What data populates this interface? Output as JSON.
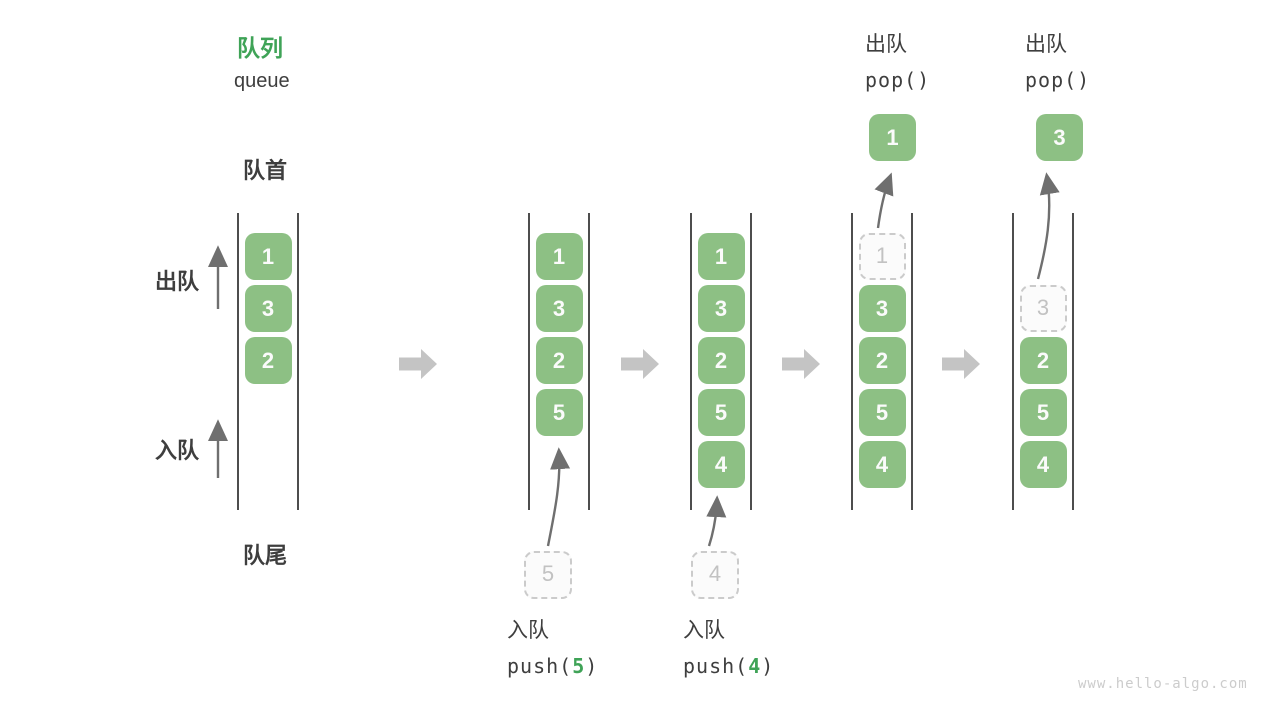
{
  "title": {
    "zh": "队列",
    "en": "queue"
  },
  "labels": {
    "front": "队首",
    "rear": "队尾",
    "dequeue": "出队",
    "enqueue": "入队"
  },
  "stages": [
    {
      "cells": [
        "1",
        "3",
        "2"
      ]
    },
    {
      "cells": [
        "1",
        "3",
        "2",
        "5"
      ],
      "pending": "5"
    },
    {
      "cells": [
        "1",
        "3",
        "2",
        "5",
        "4"
      ],
      "pending": "4"
    },
    {
      "cells": [
        "3",
        "2",
        "5",
        "4"
      ],
      "removed": "1",
      "popped": "1"
    },
    {
      "cells": [
        "2",
        "5",
        "4"
      ],
      "removed": "3",
      "popped": "3"
    }
  ],
  "ops": {
    "push5": {
      "label": "入队",
      "code_open": "push(",
      "arg": "5",
      "code_close": ")"
    },
    "push4": {
      "label": "入队",
      "code_open": "push(",
      "arg": "4",
      "code_close": ")"
    },
    "pop1": {
      "label": "出队",
      "code": "pop()"
    },
    "pop3": {
      "label": "出队",
      "code": "pop()"
    }
  },
  "watermark": "www.hello-algo.com",
  "colors": {
    "accent_green": "#3fa357",
    "cell_green": "#8dc084",
    "block_arrow_gray": "#c4c4c4",
    "thin_arrow_gray": "#6f6f6f",
    "rail_gray": "#4d4d4d",
    "dashed_gray": "#cbcbcb",
    "text_dark": "#3e3e3e",
    "watermark_gray": "#cccccc"
  }
}
